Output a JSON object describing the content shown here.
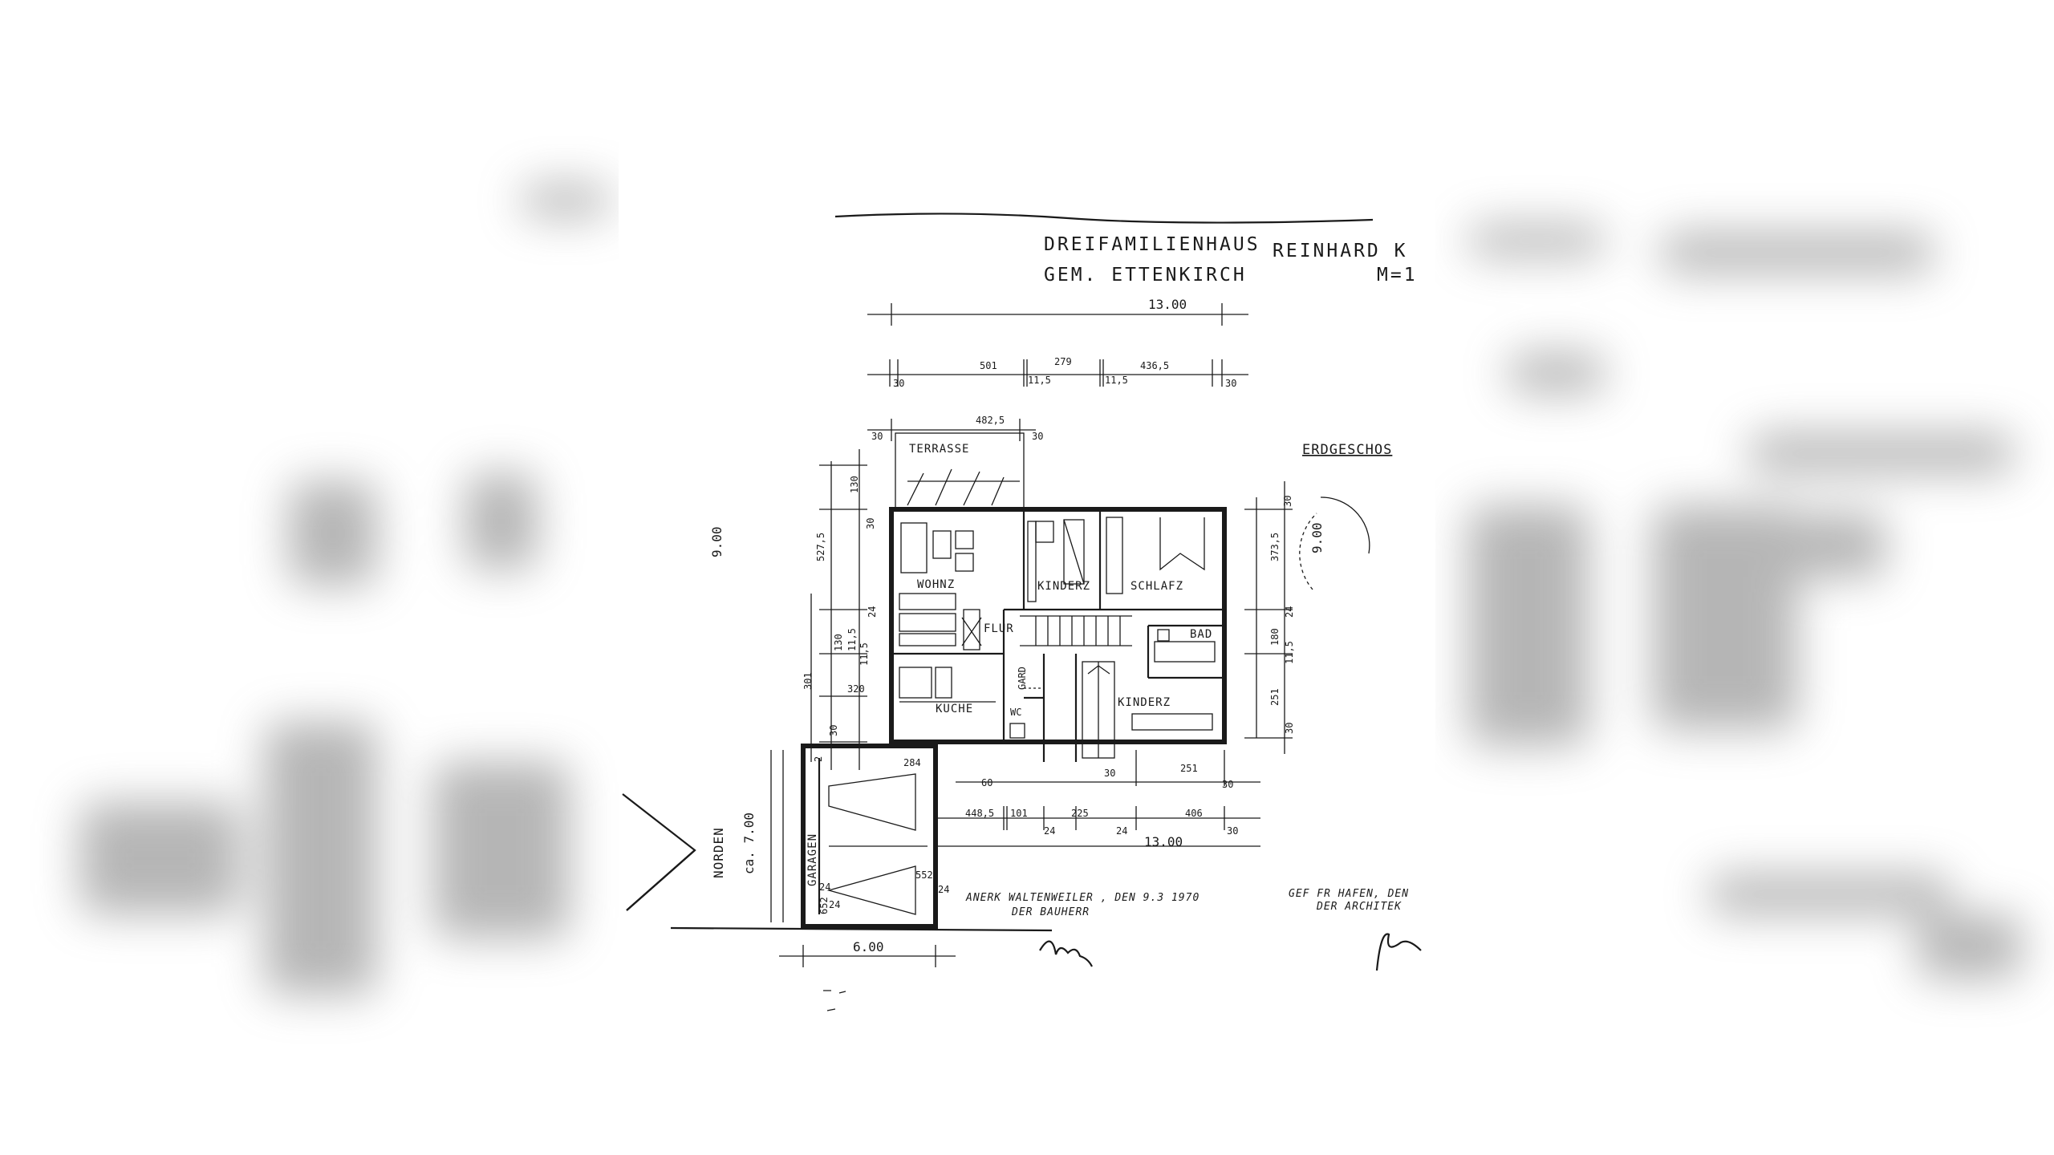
{
  "title": {
    "line1_left": "DREIFAMILIENHAUS",
    "line1_right": "REINHARD K",
    "line2_left": "GEM. ETTENKIRCH",
    "line2_right": "M=1"
  },
  "floor_label": "ERDGESCHOS",
  "north_label": "NORDEN",
  "dimensions": {
    "overall_width": "13.00",
    "overall_width_bottom": "13.00",
    "overall_depth_left": "9.00",
    "overall_depth_right": "9.00",
    "garage_width": "6.00",
    "garage_depth": "ca. 7.00",
    "top_row": [
      "30",
      "501",
      "11,5",
      "279",
      "11,5",
      "436,5",
      "30"
    ],
    "terrace_row": [
      "30",
      "482,5",
      "30"
    ],
    "bottom_row": [
      "448,5",
      "101",
      "24",
      "225",
      "24",
      "406",
      "30"
    ],
    "bottom_row2": [
      "30",
      "251",
      "30"
    ],
    "left_col": [
      "130",
      "30",
      "527,5",
      "24",
      "11,5",
      "130",
      "11,5",
      "301",
      "320",
      "30"
    ],
    "right_col": [
      "30",
      "373,5",
      "24",
      "180",
      "11,5",
      "251",
      "30"
    ],
    "garage_inner": [
      "284",
      "552",
      "652",
      "24",
      "24",
      "24",
      "60",
      "2"
    ]
  },
  "rooms": {
    "terrasse": "TERRASSE",
    "wohnz": "WOHNZ",
    "kinderz1": "KINDERZ",
    "schlafz": "SCHLAFZ",
    "flur": "FLUR",
    "bad": "BAD",
    "kuche": "KUCHE",
    "gard": "GARD",
    "wc": "WC",
    "kinderz2": "KINDERZ",
    "garagen": "GARAGEN"
  },
  "approval": {
    "line1": "ANERK  WALTENWEILER , DEN  9.3 1970",
    "line2": "DER  BAUHERR",
    "architect1": "GEF FR HAFEN, DEN",
    "architect2": "DER  ARCHITEK"
  }
}
